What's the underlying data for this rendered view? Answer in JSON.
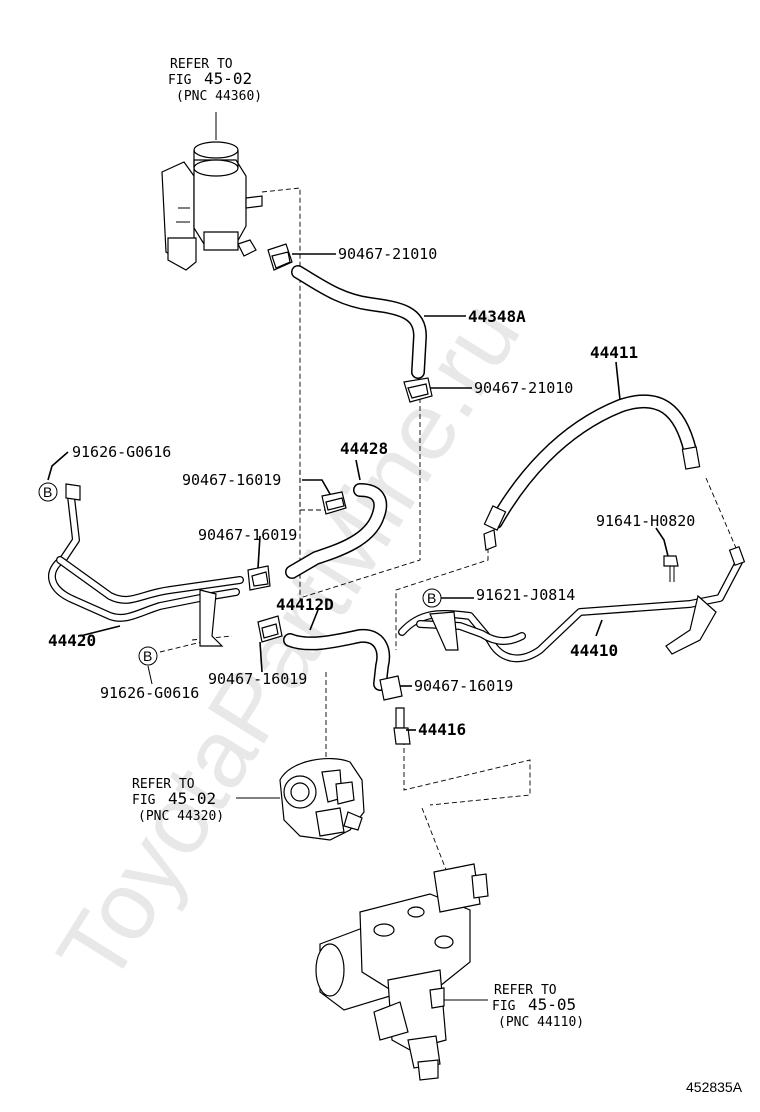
{
  "watermark": "ToyotaPartMine.ru",
  "diagram_id": "452835A",
  "refs": [
    {
      "refer": "REFER TO",
      "fig_label": "FIG",
      "fig": "45-02",
      "pnc": "(PNC 44360)"
    },
    {
      "refer": "REFER TO",
      "fig_label": "FIG",
      "fig": "45-02",
      "pnc": "(PNC 44320)"
    },
    {
      "refer": "REFER TO",
      "fig_label": "FIG",
      "fig": "45-05",
      "pnc": "(PNC 44110)"
    }
  ],
  "labels": {
    "clamp_upper": "90467-21010",
    "hose_44348a": "44348A",
    "pipe_44411": "44411",
    "clamp_mid": "90467-21010",
    "bolt_91626_top": "91626-G0616",
    "hose_44428": "44428",
    "clamp_44428_top": "90467-16019",
    "clamp_44428_bot": "90467-16019",
    "bolt_91641": "91641-H0820",
    "bolt_91621": "91621-J0814",
    "pipe_44420": "44420",
    "hose_44412d": "44412D",
    "pipe_44410": "44410",
    "bolt_91626_bot": "91626-G0616",
    "clamp_44412_bot": "90467-16019",
    "clamp_44416": "90467-16019",
    "union_44416": "44416"
  },
  "markers": [
    "B",
    "B",
    "B"
  ]
}
